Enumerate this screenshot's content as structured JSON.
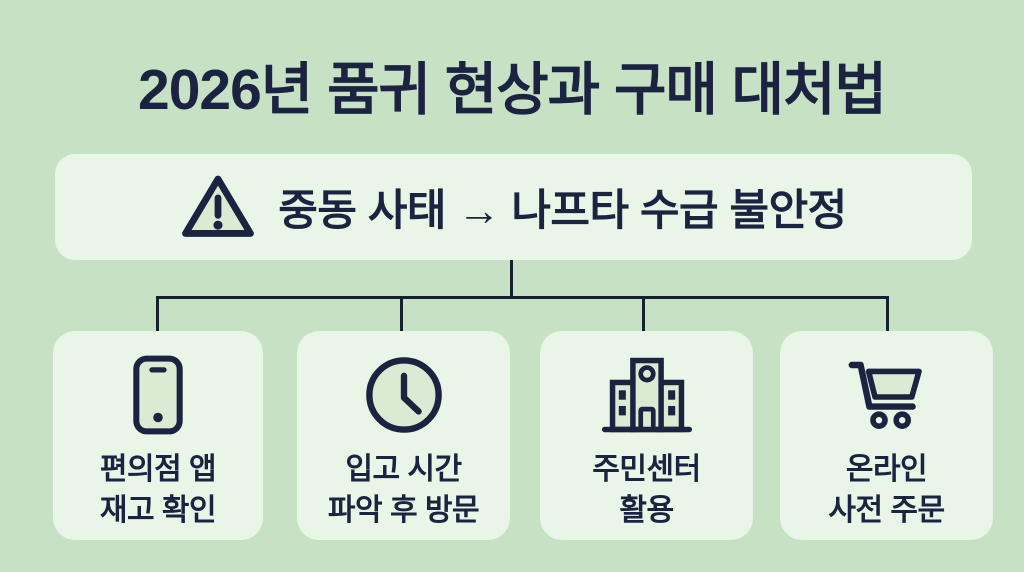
{
  "colors": {
    "background": "#c6e1c4",
    "panel": "#e9f5e6",
    "ink": "#1b2340",
    "line": "#16202e",
    "icon_fill": "#d9ecd3"
  },
  "title": "2026년 품귀 현상과 구매 대처법",
  "alert_banner": {
    "icon": "warning-triangle-icon",
    "text": "중동 사태 → 나프타 수급 불안정"
  },
  "cards": [
    {
      "icon": "smartphone-icon",
      "line1": "편의점 앱",
      "line2": "재고 확인"
    },
    {
      "icon": "clock-icon",
      "line1": "입고 시간",
      "line2": "파악 후 방문"
    },
    {
      "icon": "building-icon",
      "line1": "주민센터",
      "line2": "활용"
    },
    {
      "icon": "shopping-cart-icon",
      "line1": "온라인",
      "line2": "사전 주문"
    }
  ]
}
